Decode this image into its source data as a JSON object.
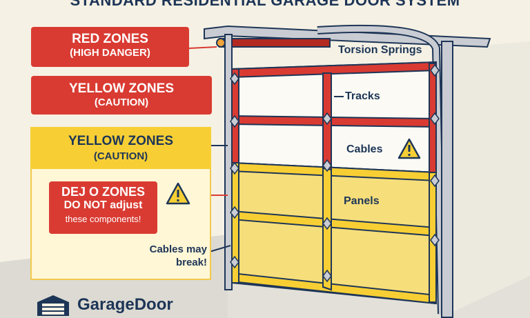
{
  "title": "STANDARD RESIDENTIAL GARAGE DOOR SYSTEM",
  "zones": {
    "red": {
      "line1": "RED ZONES",
      "line2": "(HIGH DANGER)"
    },
    "yellow_top": {
      "line1": "YELLOW ZONES",
      "line2": "(CAUTION)"
    },
    "yellow_main": {
      "line1": "YELLOW ZONES",
      "line2": "(CAUTION)"
    },
    "danger": {
      "line1": "DEJ O ZONES",
      "line2": "DO NOT adjust",
      "line3": "these components!"
    }
  },
  "cables_note": "Cables may break!",
  "labels": {
    "torsion": "Torsion Springs",
    "tracks": "Tracks",
    "cables": "Cables",
    "panels": "Panels"
  },
  "brand": {
    "name": "GarageDoor",
    "logo_icon": "garage-icon"
  },
  "colors": {
    "red": "#d93b32",
    "yellow": "#f7cf34",
    "navy": "#1d3557",
    "cream": "#f5f1e4"
  }
}
